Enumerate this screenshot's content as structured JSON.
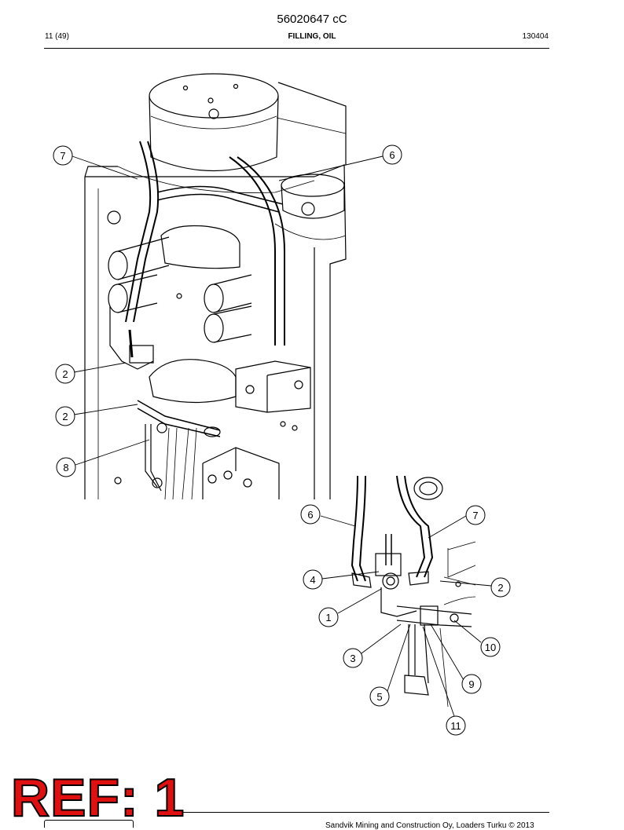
{
  "header": {
    "doc_id": "56020647 cC",
    "page": "11 (49)",
    "title": "FILLING, OIL",
    "code": "130404"
  },
  "callouts": [
    "7",
    "6",
    "2",
    "2",
    "8",
    "6",
    "7",
    "4",
    "2",
    "1",
    "10",
    "3",
    "9",
    "5",
    "11"
  ],
  "stamp": "REF: 1",
  "footer": {
    "copyright": "Sandvik Mining and Construction Oy, Loaders Turku © 2013"
  }
}
